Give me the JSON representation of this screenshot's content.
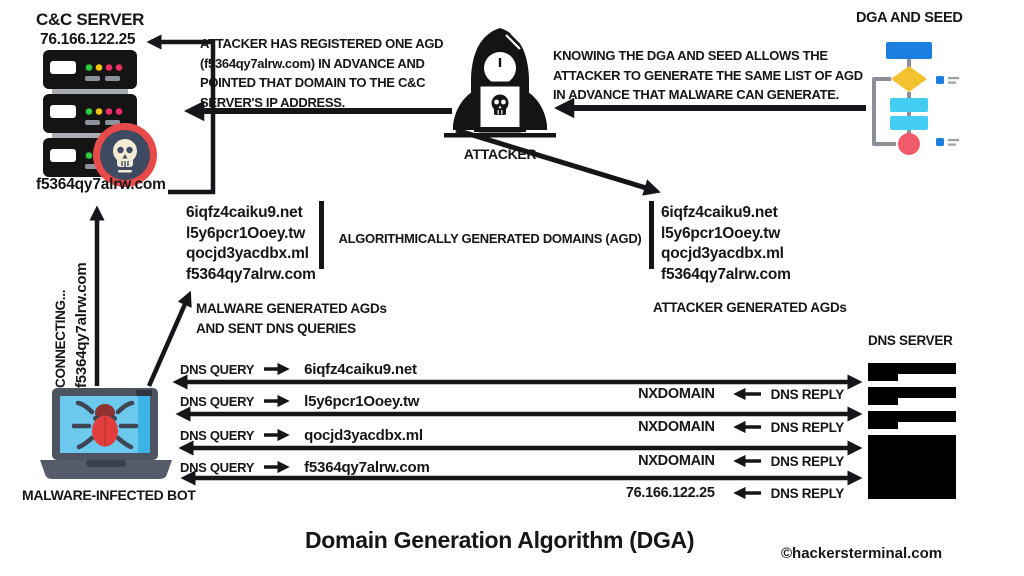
{
  "colors": {
    "ink": "#16161a",
    "badge_red": "#e84a4a",
    "badge_navy": "#3e4a61",
    "screen_blue": "#6cc8ec",
    "bug_red": "#e23d3d",
    "flow_blue": "#1b7fe0",
    "flow_cyan": "#44cdf2",
    "flow_yellow": "#f3c22f",
    "flow_pink": "#f25a6b"
  },
  "cnc": {
    "title": "C&C SERVER",
    "ip": "76.166.122.25",
    "domain": "f5364qy7alrw.com"
  },
  "notes": {
    "registered": "ATTACKER HAS REGISTERED ONE AGD\n(f5364qy7alrw.com) IN ADVANCE AND\nPOINTED THAT DOMAIN TO THE C&C\nSERVER'S IP ADDRESS.",
    "knowing": "KNOWING THE DGA AND SEED ALLOWS THE\nATTACKER TO GENERATE THE SAME LIST OF AGD\nIN ADVANCE THAT MALWARE CAN GENERATE."
  },
  "attacker": {
    "label": "ATTACKER"
  },
  "dga": {
    "label": "DGA AND SEED"
  },
  "bot": {
    "label": "MALWARE-INFECTED BOT",
    "connecting_line1": "CONNECTING...",
    "connecting_line2": "f5364qy7alrw.com"
  },
  "agd": {
    "center_label": "ALGORITHMICALLY GENERATED DOMAINS (AGD)",
    "malware_caption": "MALWARE GENERATED AGDs\nAND SENT DNS QUERIES",
    "attacker_caption": "ATTACKER GENERATED AGDs",
    "malware_list": [
      "6iqfz4caiku9.net",
      "l5y6pcr1Ooey.tw",
      "qocjd3yacdbx.ml",
      "f5364qy7alrw.com"
    ],
    "attacker_list": [
      "6iqfz4caiku9.net",
      "l5y6pcr1Ooey.tw",
      "qocjd3yacdbx.ml",
      "f5364qy7alrw.com"
    ]
  },
  "dns": {
    "server_label": "DNS SERVER",
    "query_label": "DNS QUERY",
    "reply_label": "DNS REPLY",
    "rows": [
      {
        "query": "6iqfz4caiku9.net",
        "reply": "NXDOMAIN"
      },
      {
        "query": "l5y6pcr1Ooey.tw",
        "reply": "NXDOMAIN"
      },
      {
        "query": "qocjd3yacdbx.ml",
        "reply": "NXDOMAIN"
      },
      {
        "query": "f5364qy7alrw.com",
        "reply": "76.166.122.25"
      }
    ]
  },
  "footer": {
    "title": "Domain Generation Algorithm (DGA)",
    "credit": "©hackersterminal.com"
  }
}
